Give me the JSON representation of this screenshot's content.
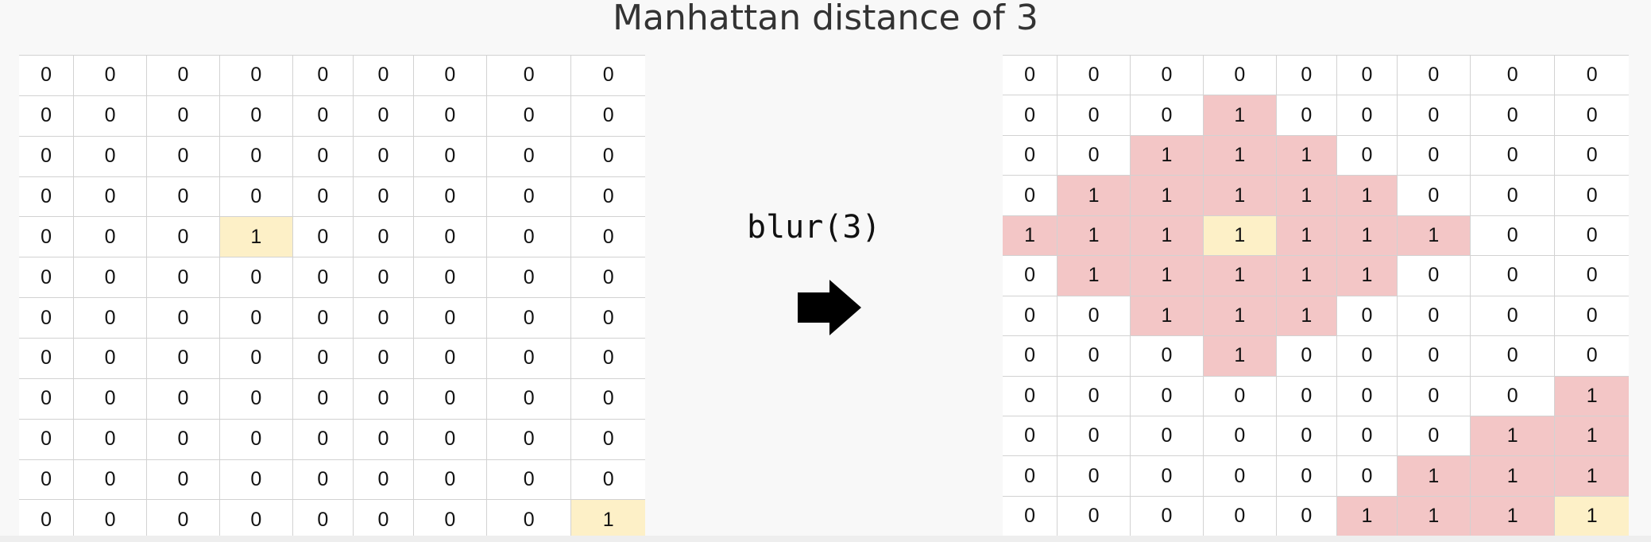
{
  "title": "Manhattan distance of 3",
  "operation_label": "blur(3)",
  "arrow_icon": "right-arrow-icon",
  "colors": {
    "source_cell": "#fdf0c7",
    "blurred_cell": "#f3c6c6",
    "grid_line": "#d2d2d2"
  },
  "input_grid": [
    [
      "0",
      "0",
      "0",
      "0",
      "0",
      "0",
      "0",
      "0",
      "0"
    ],
    [
      "0",
      "0",
      "0",
      "0",
      "0",
      "0",
      "0",
      "0",
      "0"
    ],
    [
      "0",
      "0",
      "0",
      "0",
      "0",
      "0",
      "0",
      "0",
      "0"
    ],
    [
      "0",
      "0",
      "0",
      "0",
      "0",
      "0",
      "0",
      "0",
      "0"
    ],
    [
      "0",
      "0",
      "0",
      "1",
      "0",
      "0",
      "0",
      "0",
      "0"
    ],
    [
      "0",
      "0",
      "0",
      "0",
      "0",
      "0",
      "0",
      "0",
      "0"
    ],
    [
      "0",
      "0",
      "0",
      "0",
      "0",
      "0",
      "0",
      "0",
      "0"
    ],
    [
      "0",
      "0",
      "0",
      "0",
      "0",
      "0",
      "0",
      "0",
      "0"
    ],
    [
      "0",
      "0",
      "0",
      "0",
      "0",
      "0",
      "0",
      "0",
      "0"
    ],
    [
      "0",
      "0",
      "0",
      "0",
      "0",
      "0",
      "0",
      "0",
      "0"
    ],
    [
      "0",
      "0",
      "0",
      "0",
      "0",
      "0",
      "0",
      "0",
      "0"
    ],
    [
      "0",
      "0",
      "0",
      "0",
      "0",
      "0",
      "0",
      "0",
      "1"
    ]
  ],
  "output_grid": [
    [
      "0",
      "0",
      "0",
      "0",
      "0",
      "0",
      "0",
      "0",
      "0"
    ],
    [
      "0",
      "0",
      "0",
      "1",
      "0",
      "0",
      "0",
      "0",
      "0"
    ],
    [
      "0",
      "0",
      "1",
      "1",
      "1",
      "0",
      "0",
      "0",
      "0"
    ],
    [
      "0",
      "1",
      "1",
      "1",
      "1",
      "1",
      "0",
      "0",
      "0"
    ],
    [
      "1",
      "1",
      "1",
      "1",
      "1",
      "1",
      "1",
      "0",
      "0"
    ],
    [
      "0",
      "1",
      "1",
      "1",
      "1",
      "1",
      "0",
      "0",
      "0"
    ],
    [
      "0",
      "0",
      "1",
      "1",
      "1",
      "0",
      "0",
      "0",
      "0"
    ],
    [
      "0",
      "0",
      "0",
      "1",
      "0",
      "0",
      "0",
      "0",
      "0"
    ],
    [
      "0",
      "0",
      "0",
      "0",
      "0",
      "0",
      "0",
      "0",
      "1"
    ],
    [
      "0",
      "0",
      "0",
      "0",
      "0",
      "0",
      "0",
      "1",
      "1"
    ],
    [
      "0",
      "0",
      "0",
      "0",
      "0",
      "0",
      "1",
      "1",
      "1"
    ],
    [
      "0",
      "0",
      "0",
      "0",
      "0",
      "1",
      "1",
      "1",
      "1"
    ]
  ]
}
